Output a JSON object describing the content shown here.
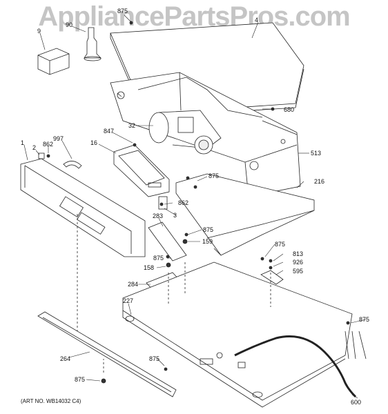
{
  "watermark": "AppliancePartsPros.com",
  "art_number": "(ART NO. WB14032 C4)",
  "callouts": [
    {
      "id": "c875a",
      "text": "875"
    },
    {
      "id": "c9",
      "text": "9"
    },
    {
      "id": "c90",
      "text": "90"
    },
    {
      "id": "c4",
      "text": "4"
    },
    {
      "id": "c680",
      "text": "680"
    },
    {
      "id": "c32",
      "text": "32"
    },
    {
      "id": "c847",
      "text": "847"
    },
    {
      "id": "c16",
      "text": "16"
    },
    {
      "id": "c1",
      "text": "1"
    },
    {
      "id": "c2",
      "text": "2"
    },
    {
      "id": "c862a",
      "text": "862"
    },
    {
      "id": "c997",
      "text": "997"
    },
    {
      "id": "c513",
      "text": "513"
    },
    {
      "id": "c875b",
      "text": "875"
    },
    {
      "id": "c216",
      "text": "216"
    },
    {
      "id": "c862b",
      "text": "862"
    },
    {
      "id": "c3",
      "text": "3"
    },
    {
      "id": "c283",
      "text": "283"
    },
    {
      "id": "c875c",
      "text": "875"
    },
    {
      "id": "c159",
      "text": "159"
    },
    {
      "id": "c875d",
      "text": "875"
    },
    {
      "id": "c813",
      "text": "813"
    },
    {
      "id": "c875e",
      "text": "875"
    },
    {
      "id": "c926",
      "text": "926"
    },
    {
      "id": "c158",
      "text": "158"
    },
    {
      "id": "c595",
      "text": "595"
    },
    {
      "id": "c284",
      "text": "284"
    },
    {
      "id": "c227",
      "text": "227"
    },
    {
      "id": "c875f",
      "text": "875"
    },
    {
      "id": "c264",
      "text": "264"
    },
    {
      "id": "c875g",
      "text": "875"
    },
    {
      "id": "c875h",
      "text": "875"
    },
    {
      "id": "c600",
      "text": "600"
    }
  ]
}
